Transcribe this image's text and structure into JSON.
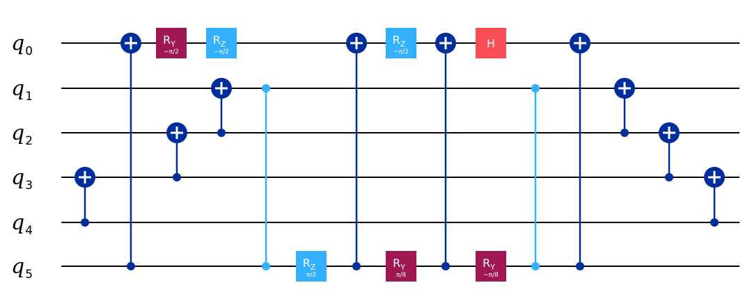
{
  "colors": {
    "background": "#ffffff",
    "wire": "#000000",
    "cx": "#002D9C",
    "cz": "#33B1FF",
    "ry": "#9F1853",
    "rz": "#33B1FF",
    "h": "#FA4D56"
  },
  "qubits": [
    {
      "label": "q",
      "index": "0"
    },
    {
      "label": "q",
      "index": "1"
    },
    {
      "label": "q",
      "index": "2"
    },
    {
      "label": "q",
      "index": "3"
    },
    {
      "label": "q",
      "index": "4"
    },
    {
      "label": "q",
      "index": "5"
    }
  ],
  "gates": [
    {
      "type": "cx",
      "control": 4,
      "target": 3
    },
    {
      "type": "cx",
      "control": 5,
      "target": 0
    },
    {
      "type": "ry",
      "qubit": 0,
      "name": "R",
      "sub": "Y",
      "param": "−π/2"
    },
    {
      "type": "cx",
      "control": 3,
      "target": 2
    },
    {
      "type": "rz",
      "qubit": 0,
      "name": "R",
      "sub": "Z",
      "param": "−π/2"
    },
    {
      "type": "cx",
      "control": 2,
      "target": 1
    },
    {
      "type": "cz",
      "qubits": [
        1,
        5
      ]
    },
    {
      "type": "rz",
      "qubit": 5,
      "name": "R",
      "sub": "Z",
      "param": "π/2"
    },
    {
      "type": "cx",
      "control": 5,
      "target": 0
    },
    {
      "type": "rz",
      "qubit": 0,
      "name": "R",
      "sub": "Z",
      "param": "−π/2"
    },
    {
      "type": "ry",
      "qubit": 5,
      "name": "R",
      "sub": "Y",
      "param": "π/8"
    },
    {
      "type": "cx",
      "control": 5,
      "target": 0
    },
    {
      "type": "h",
      "qubit": 0,
      "name": "H"
    },
    {
      "type": "ry",
      "qubit": 5,
      "name": "R",
      "sub": "Y",
      "param": "−π/8"
    },
    {
      "type": "cz",
      "qubits": [
        1,
        5
      ]
    },
    {
      "type": "cx",
      "control": 5,
      "target": 0
    },
    {
      "type": "cx",
      "control": 2,
      "target": 1
    },
    {
      "type": "cx",
      "control": 3,
      "target": 2
    },
    {
      "type": "cx",
      "control": 4,
      "target": 3
    }
  ]
}
